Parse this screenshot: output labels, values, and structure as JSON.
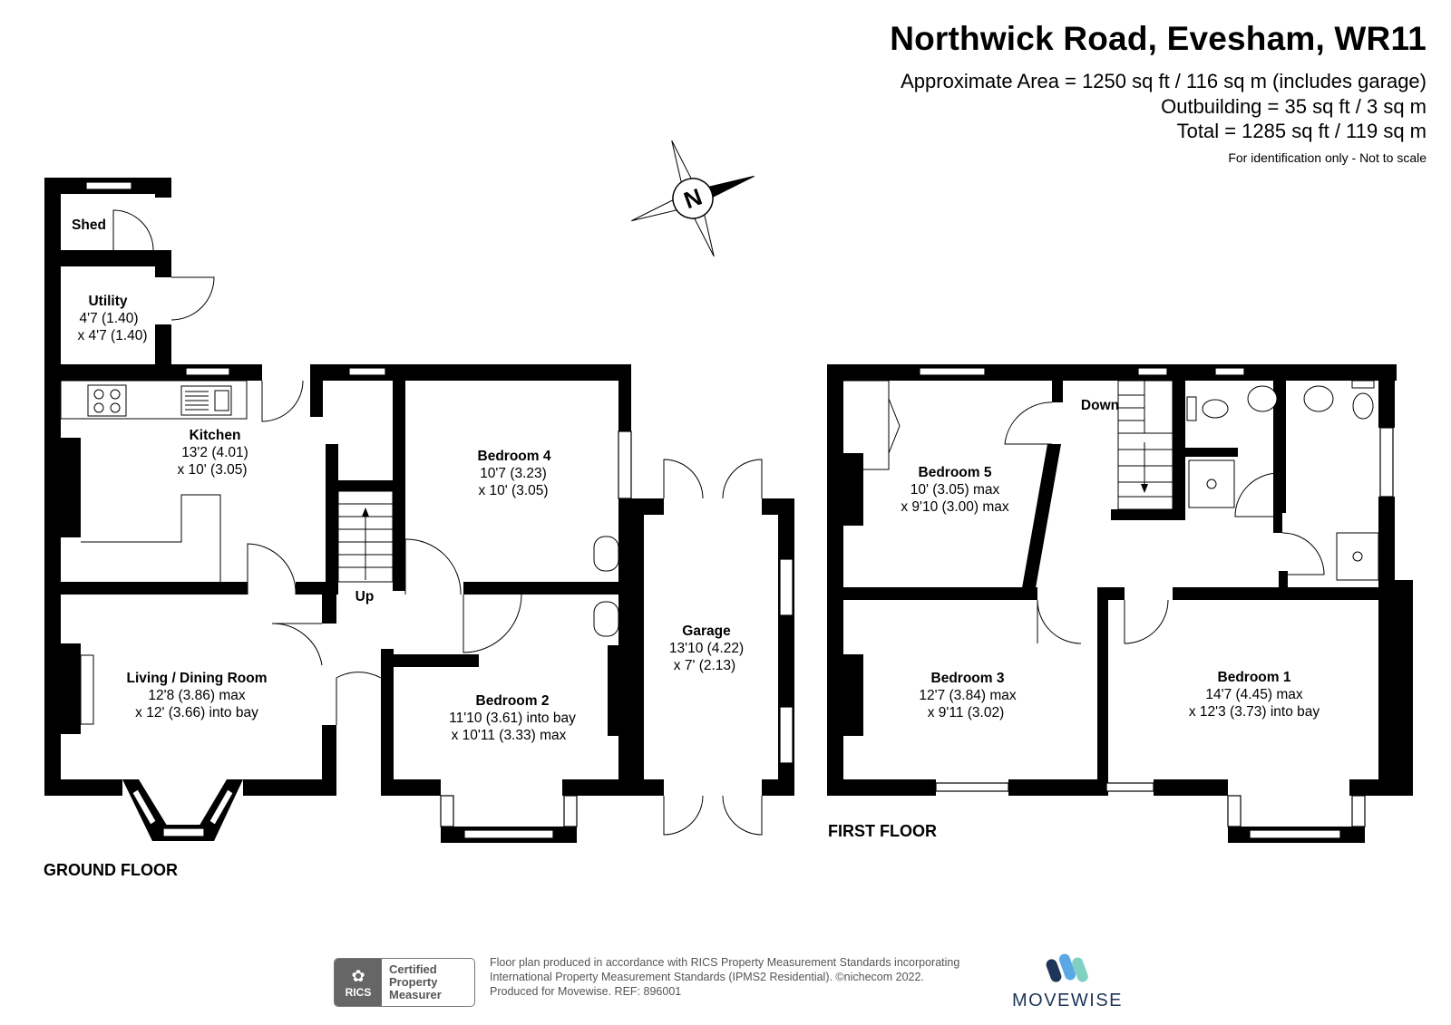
{
  "header": {
    "title": "Northwick Road, Evesham, WR11",
    "area_line": "Approximate Area = 1250 sq ft / 116 sq m (includes garage)",
    "outbuilding_line": "Outbuilding = 35 sq ft / 3 sq m",
    "total_line": "Total = 1285 sq ft / 119 sq m",
    "note": "For identification only - Not to scale"
  },
  "compass": {
    "letter": "N"
  },
  "ground_floor": {
    "label": "GROUND FLOOR",
    "rooms": {
      "shed": {
        "name": "Shed"
      },
      "utility": {
        "name": "Utility",
        "dim1": "4'7 (1.40)",
        "dim2": "x 4'7 (1.40)"
      },
      "kitchen": {
        "name": "Kitchen",
        "dim1": "13'2 (4.01)",
        "dim2": "x 10' (3.05)"
      },
      "bedroom4": {
        "name": "Bedroom 4",
        "dim1": "10'7 (3.23)",
        "dim2": "x 10' (3.05)"
      },
      "living": {
        "name": "Living / Dining Room",
        "dim1": "12'8 (3.86) max",
        "dim2": "x 12' (3.66) into bay"
      },
      "bedroom2": {
        "name": "Bedroom 2",
        "dim1": "11'10 (3.61) into bay",
        "dim2": "x 10'11 (3.33) max"
      },
      "garage": {
        "name": "Garage",
        "dim1": "13'10 (4.22)",
        "dim2": "x 7' (2.13)"
      }
    },
    "stairs_label": "Up"
  },
  "first_floor": {
    "label": "FIRST FLOOR",
    "rooms": {
      "bedroom5": {
        "name": "Bedroom 5",
        "dim1": "10' (3.05) max",
        "dim2": "x 9'10 (3.00) max"
      },
      "bedroom3": {
        "name": "Bedroom 3",
        "dim1": "12'7 (3.84) max",
        "dim2": "x 9'11 (3.02)"
      },
      "bedroom1": {
        "name": "Bedroom 1",
        "dim1": "14'7 (4.45) max",
        "dim2": "x 12'3 (3.73) into bay"
      }
    },
    "stairs_label": "Down"
  },
  "footer": {
    "line1": "Floor plan produced in accordance with RICS Property Measurement Standards incorporating",
    "line2": "International Property Measurement Standards (IPMS2 Residential).  ©nichecom 2022.",
    "line3": "Produced for Movewise.   REF:  896001",
    "rics_badge": {
      "mark": "RICS",
      "l1": "Certified",
      "l2": "Property",
      "l3": "Measurer"
    },
    "brand": "MOVEWISE",
    "brand_colors": [
      "#1d3557",
      "#5aa9e6",
      "#7fd1c1"
    ]
  }
}
